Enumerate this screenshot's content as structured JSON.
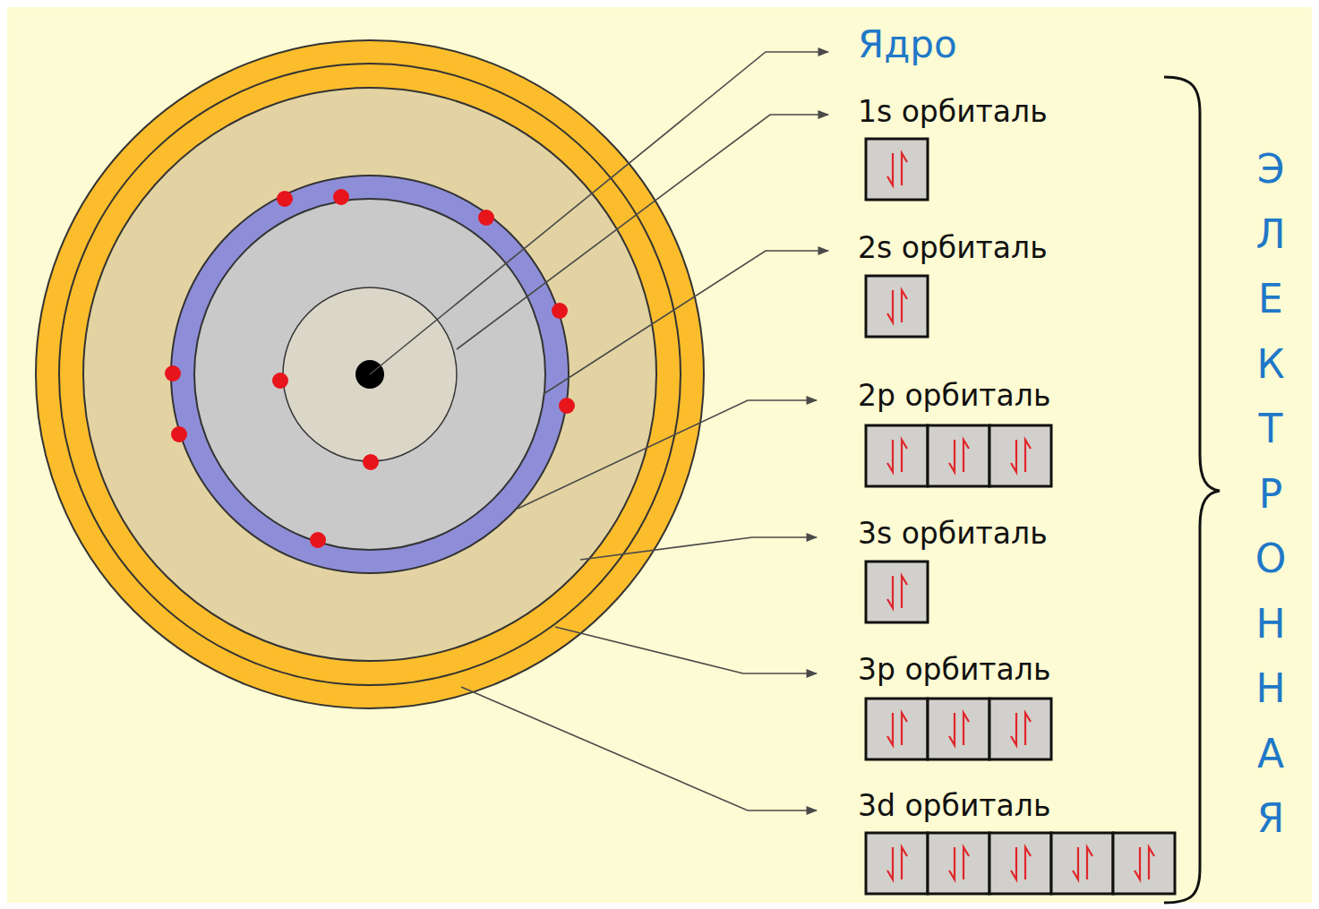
{
  "diagram": {
    "labels": [
      "Ядро",
      "1s орбиталь",
      "2s орбиталь",
      "2p орбиталь",
      "3s орбиталь",
      "3p орбиталь",
      "3d орбиталь",
      "ЭЛЕКТРОННАЯ"
    ]
  }
}
